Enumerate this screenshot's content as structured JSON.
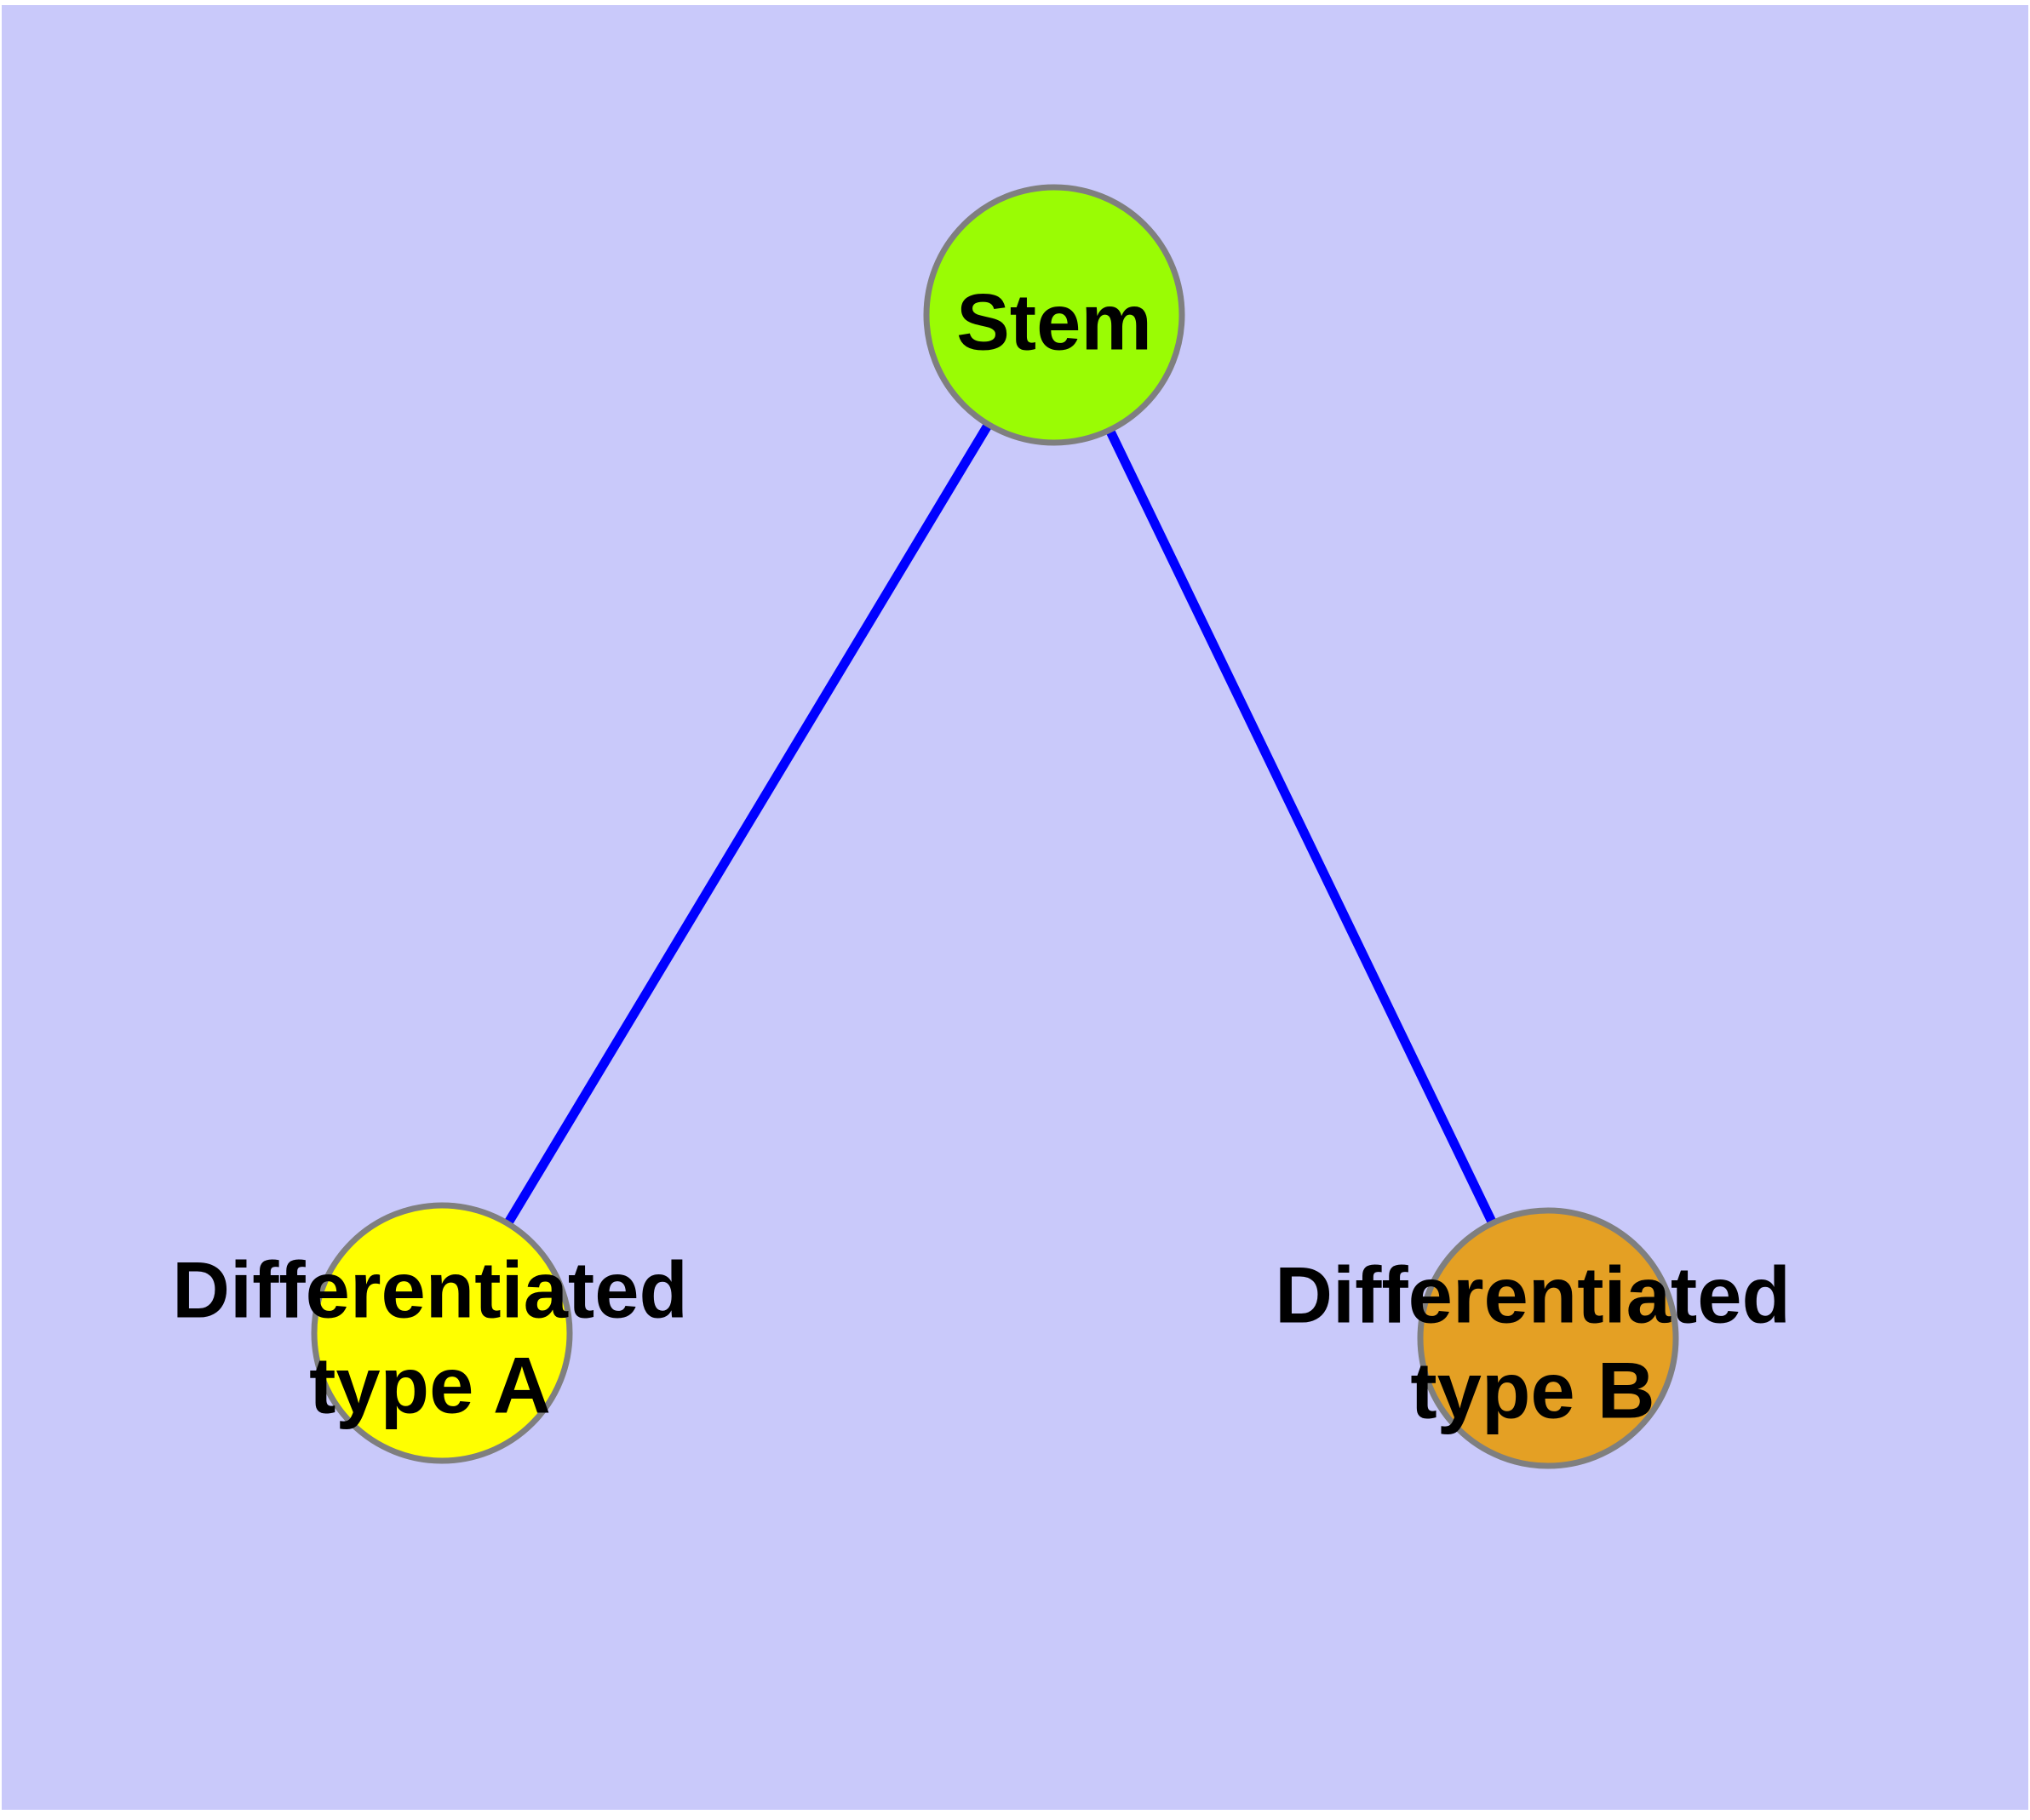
{
  "diagram": {
    "type": "graph",
    "description": "Tree diagram with a stem cell node branching into two differentiated cell type nodes",
    "colors": {
      "background": "#c9c9fa",
      "page_margin": "#ffffff",
      "edge": "#0000ff",
      "node_border": "#7f7f7f",
      "label_text": "#000000"
    },
    "nodes": {
      "stem": {
        "label": "Stem",
        "fill": "#9afc04"
      },
      "type_a": {
        "label_line1": "Differentiated",
        "label_line2": "type A",
        "fill": "#ffff00"
      },
      "type_b": {
        "label_line1": "Differentiated",
        "label_line2": "type B",
        "fill": "#e4a024"
      }
    },
    "edges": [
      {
        "from": "Stem",
        "to": "Differentiated type A"
      },
      {
        "from": "Stem",
        "to": "Differentiated type B"
      }
    ]
  }
}
